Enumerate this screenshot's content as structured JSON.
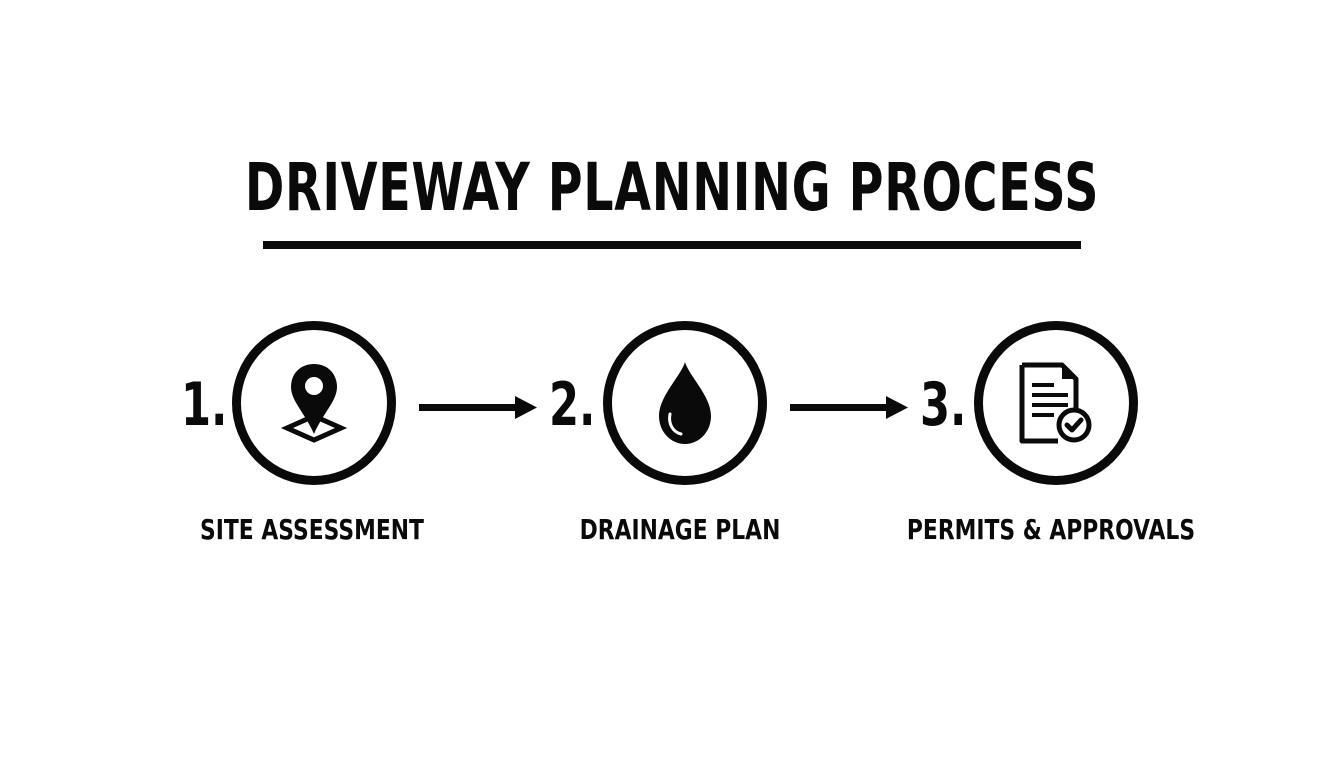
{
  "title": "DRIVEWAY PLANNING PROCESS",
  "colors": {
    "ink": "#0a0a0a",
    "background": "#ffffff"
  },
  "steps": [
    {
      "number": "1.",
      "icon": "map-pin-icon",
      "label": "SITE ASSESSMENT"
    },
    {
      "number": "2.",
      "icon": "water-drop-icon",
      "label": "DRAINAGE PLAN"
    },
    {
      "number": "3.",
      "icon": "document-check-icon",
      "label": "PERMITS & APPROVALS"
    }
  ],
  "connectors": [
    "arrow-right",
    "arrow-right"
  ]
}
